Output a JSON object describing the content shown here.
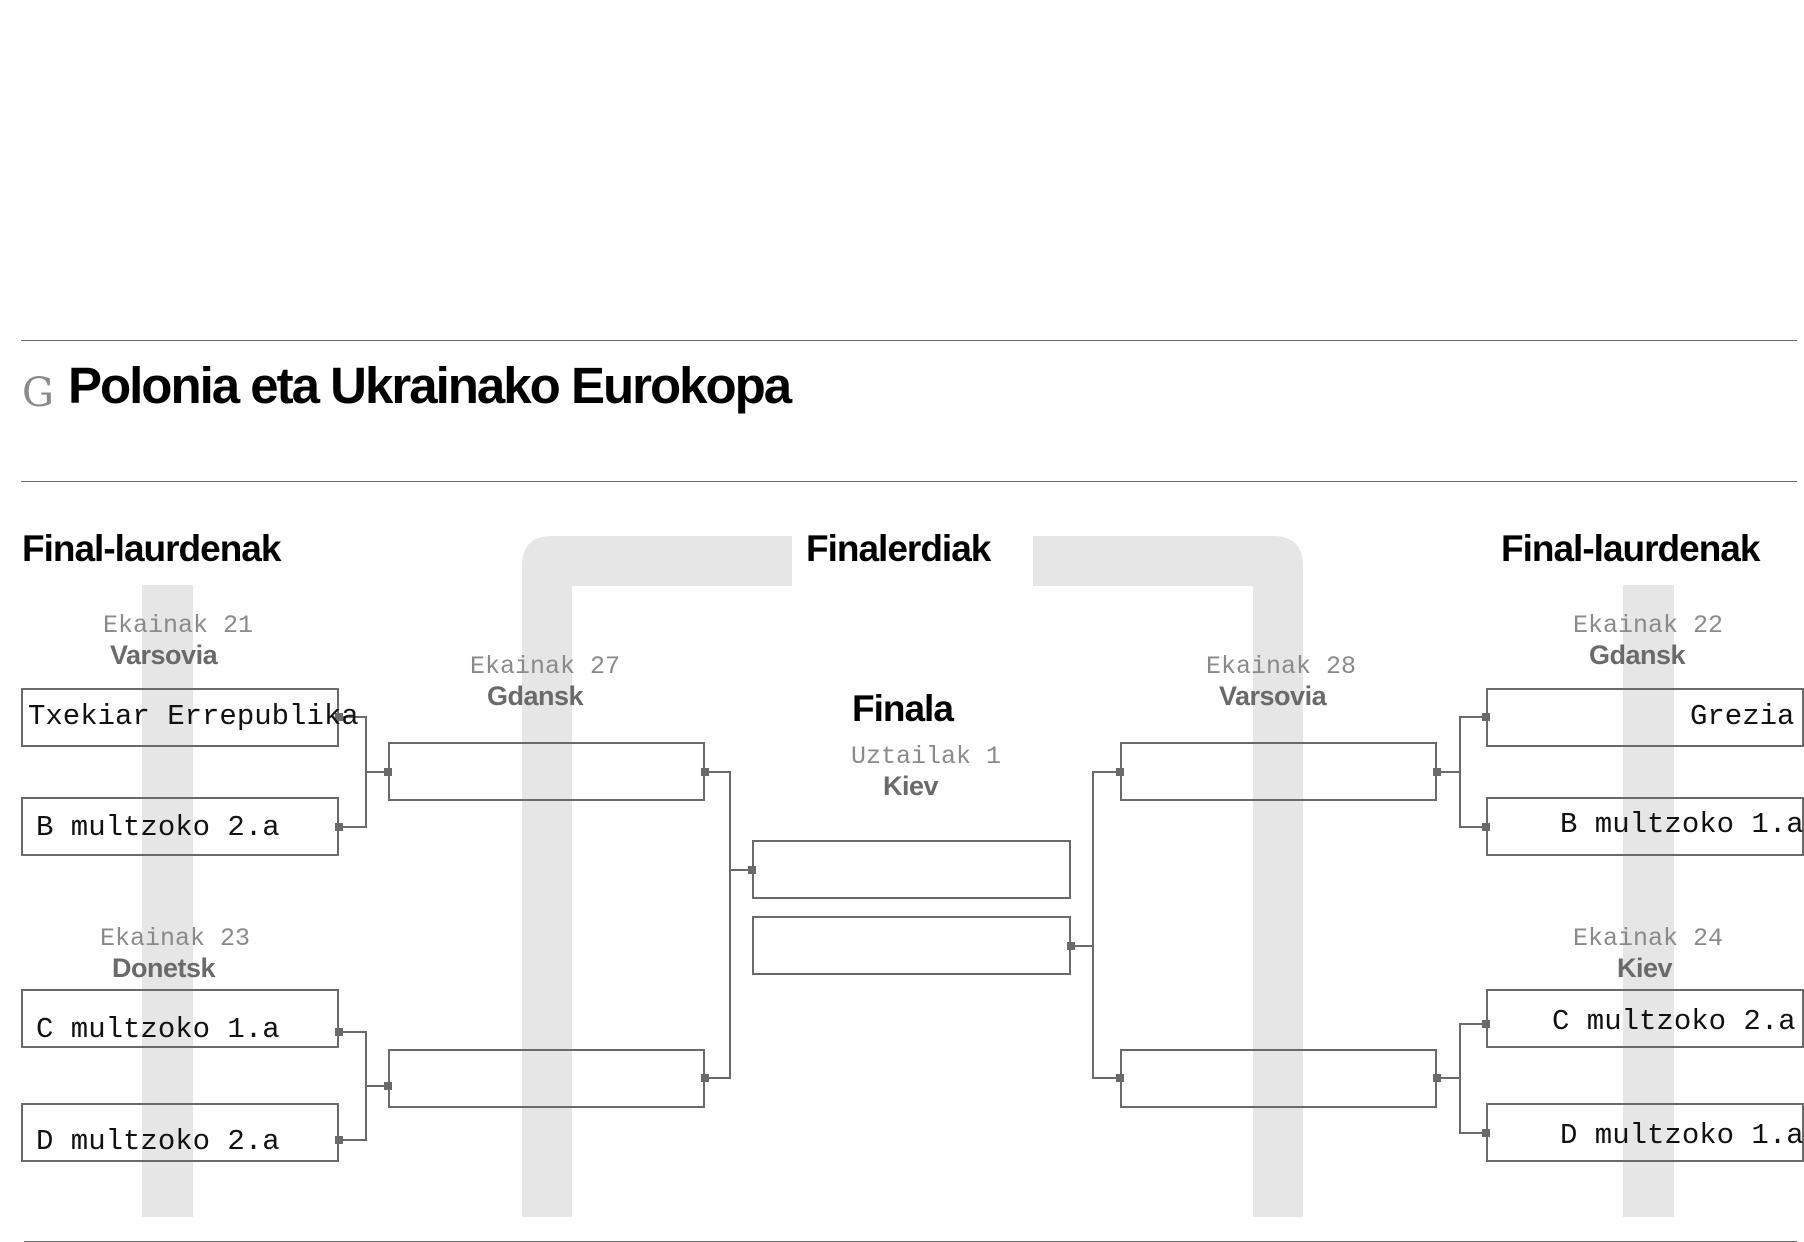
{
  "title": {
    "icon": "G",
    "text": "Polonia eta Ukrainako Eurokopa"
  },
  "rounds": {
    "quarterfinals_left": "Final-laurdenak",
    "semifinals": "Finalerdiak",
    "quarterfinals_right": "Final-laurdenak",
    "final": "Finala"
  },
  "matches": {
    "qf1": {
      "date": "Ekainak 21",
      "city": "Varsovia",
      "team_a": "Txekiar Errepublika",
      "team_b": "B multzoko 2.a"
    },
    "qf3": {
      "date": "Ekainak 23",
      "city": "Donetsk",
      "team_a": "C multzoko 1.a",
      "team_b": "D multzoko 2.a"
    },
    "qf2": {
      "date": "Ekainak 22",
      "city": "Gdansk",
      "team_a": "Grezia",
      "team_b": "B multzoko 1.a"
    },
    "qf4": {
      "date": "Ekainak 24",
      "city": "Kiev",
      "team_a": "C multzoko 2.a",
      "team_b": "D multzoko 1.a"
    },
    "sf1": {
      "date": "Ekainak 27",
      "city": "Gdansk"
    },
    "sf2": {
      "date": "Ekainak 28",
      "city": "Varsovia"
    },
    "final": {
      "date": "Uztailak 1",
      "city": "Kiev"
    }
  },
  "colors": {
    "line": "#6a6a6a",
    "band": "#e6e6e6",
    "date": "#8a8a8a",
    "city": "#6a6a6a"
  }
}
